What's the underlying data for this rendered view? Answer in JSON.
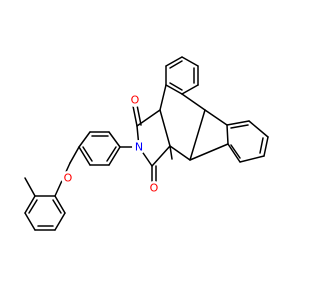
{
  "atom_labels": {
    "carbonyl_o_top": "O",
    "carbonyl_o_bottom": "O",
    "imide_n": "N",
    "ether_o": "O"
  },
  "colors": {
    "bond": "#000000",
    "oxygen": "#ff0000",
    "nitrogen": "#0000ff",
    "background": "#ffffff"
  }
}
